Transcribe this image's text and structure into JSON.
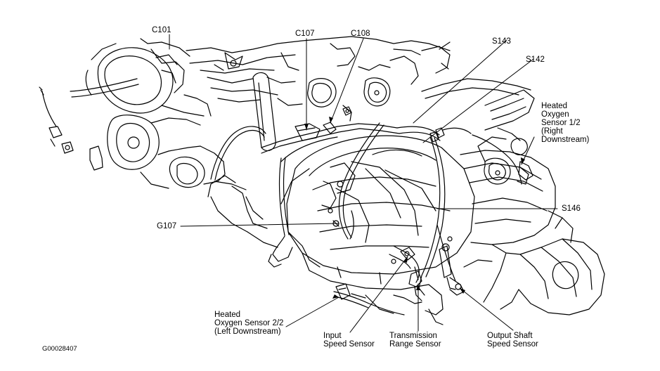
{
  "labels": {
    "c101": "C101",
    "c107": "C107",
    "c108": "C108",
    "s143": "S143",
    "s142": "S142",
    "s146": "S146",
    "g107": "G107",
    "heated_o2_right": [
      "Heated",
      "Oxygen",
      "Sensor 1/2",
      "(Right",
      "Downstream)"
    ],
    "heated_o2_left": [
      "Heated",
      "Oxygen Sensor 2/2",
      "(Left Downstream)"
    ],
    "input_speed": [
      "Input",
      "Speed Sensor"
    ],
    "trans_range": [
      "Transmission",
      "Range Sensor"
    ],
    "output_speed": [
      "Output Shaft",
      "Speed Sensor"
    ]
  },
  "figure_id": "G00028407"
}
